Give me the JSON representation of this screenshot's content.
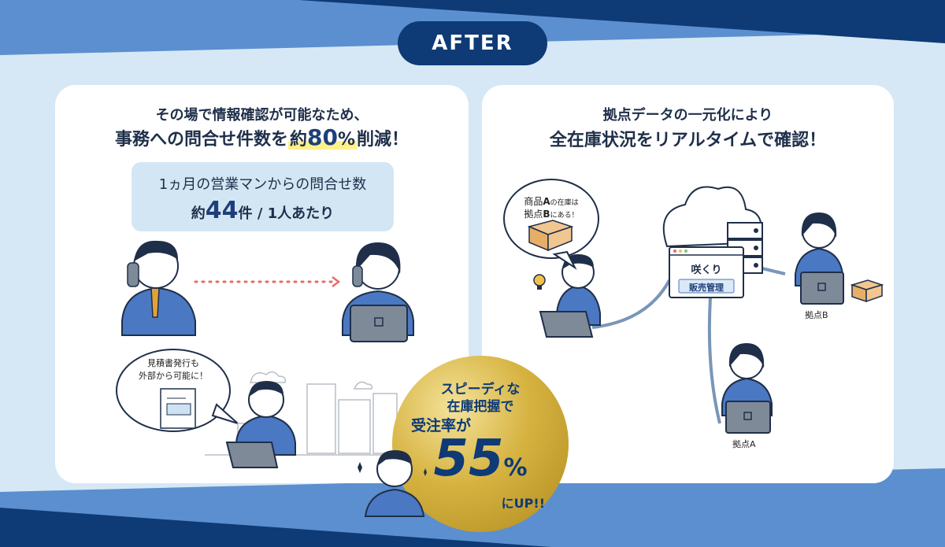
{
  "header": {
    "after_label": "AFTER"
  },
  "left_panel": {
    "headline_line1": "その場で情報確認が可能なため、",
    "headline_line2_pre": "事務への問合せ件数を",
    "headline_line2_approx": "約",
    "headline_line2_value": "80",
    "headline_line2_unit": "%",
    "headline_line2_post": "削減！",
    "stat_line1": "1ヵ月の営業マンからの問合せ数",
    "stat_approx": "約",
    "stat_value": "44",
    "stat_unit": "件",
    "stat_suffix": " / 1人あたり",
    "bubble_line1": "見積書発行も",
    "bubble_line2": "外部から可能に！"
  },
  "right_panel": {
    "headline_line1": "拠点データの一元化により",
    "headline_line2": "全在庫状況をリアルタイムで確認！",
    "bubble_line1_a": "商品",
    "bubble_line1_b": "A",
    "bubble_line1_c": "の在庫は",
    "bubble_line2_a": "拠点",
    "bubble_line2_b": "B",
    "bubble_line2_c": "にある！",
    "app_logo": "咲くり",
    "app_name": "販売管理",
    "node_b_label": "拠点B",
    "node_a_label": "拠点A"
  },
  "badge": {
    "line1": "スピーディな",
    "line2": "在庫把握で",
    "line3": "受注率が",
    "value": "55",
    "unit": "%",
    "line5": "にUP!!"
  },
  "colors": {
    "navy": "#0e3a76",
    "light_blue": "#d6e8f5",
    "mid_blue": "#5b8fcf",
    "gold": "#d6b341",
    "highlight": "#fff08a"
  }
}
